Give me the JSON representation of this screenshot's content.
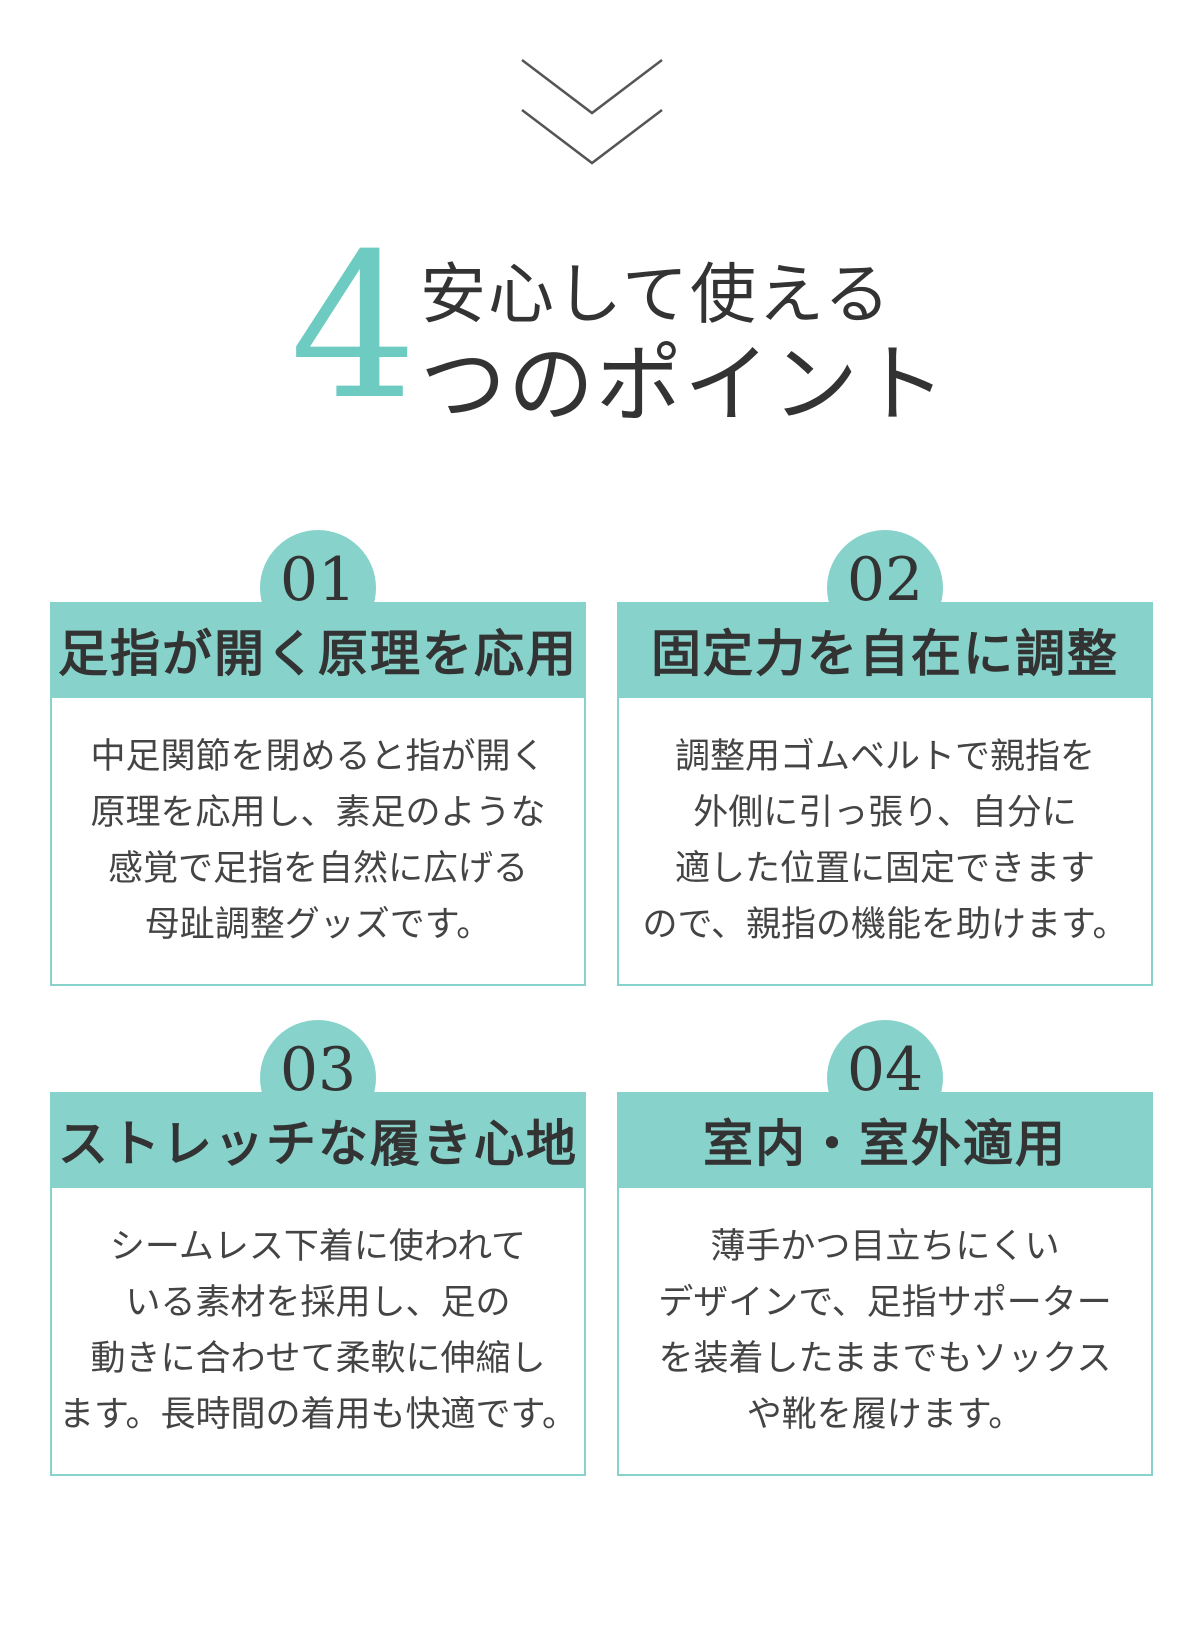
{
  "heading": {
    "number": "4",
    "line1": "安心して使える",
    "line2": "つのポイント"
  },
  "accent_color": "#87d3cb",
  "number_color": "#6dcbc2",
  "scroll_icon": "double-chevron-down-icon",
  "points": [
    {
      "number": "01",
      "title": "足指が開く原理を応用",
      "lines": [
        "中足関節を閉めると指が開く",
        "原理を応用し、素足のような",
        "感覚で足指を自然に広げる",
        "母趾調整グッズです。"
      ]
    },
    {
      "number": "02",
      "title": "固定力を自在に調整",
      "lines": [
        "調整用ゴムベルトで親指を",
        "外側に引っ張り、自分に",
        "適した位置に固定できます",
        "ので、親指の機能を助けます。"
      ]
    },
    {
      "number": "03",
      "title": "ストレッチな履き心地",
      "lines": [
        "シームレス下着に使われて",
        "いる素材を採用し、足の",
        "動きに合わせて柔軟に伸縮し",
        "ます。長時間の着用も快適です。"
      ]
    },
    {
      "number": "04",
      "title": "室内・室外適用",
      "lines": [
        "薄手かつ目立ちにくい",
        "デザインで、足指サポーター",
        "を装着したままでもソックス",
        "や靴を履けます。"
      ]
    }
  ]
}
